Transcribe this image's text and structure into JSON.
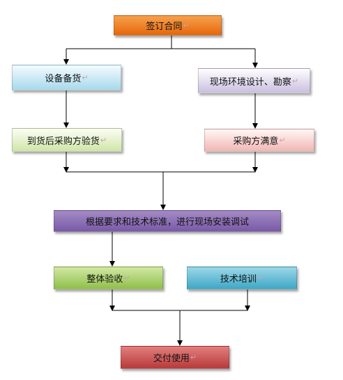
{
  "diagram": {
    "nodes": {
      "sign_contract": "签订合同",
      "equipment_stock": "设备备货",
      "site_survey": "现场环境设计、勘察",
      "buyer_inspection": "到货后采购方验货",
      "buyer_satisfied": "采购方满意",
      "install_debug": "根据要求和技术标准，进行现场安装调试",
      "overall_acceptance": "整体验收",
      "tech_training": "技术培训",
      "delivery": "交付使用"
    },
    "paragraph_mark": "↵",
    "colors": {
      "connector": "#000000",
      "orange": "#e6670c",
      "light_blue": "#a7d9ec",
      "lavender": "#cabfe0",
      "light_green": "#cfe6a6",
      "pink": "#f2b6b3",
      "purple": "#7a5aa8",
      "green": "#8fbf4a",
      "teal": "#3fa7c6",
      "red": "#b83a3a"
    },
    "edges": [
      [
        "sign_contract",
        "equipment_stock"
      ],
      [
        "sign_contract",
        "site_survey"
      ],
      [
        "equipment_stock",
        "buyer_inspection"
      ],
      [
        "site_survey",
        "buyer_satisfied"
      ],
      [
        "buyer_inspection",
        "install_debug"
      ],
      [
        "buyer_satisfied",
        "install_debug"
      ],
      [
        "install_debug",
        "overall_acceptance"
      ],
      [
        "overall_acceptance",
        "delivery"
      ],
      [
        "tech_training",
        "delivery"
      ]
    ]
  }
}
